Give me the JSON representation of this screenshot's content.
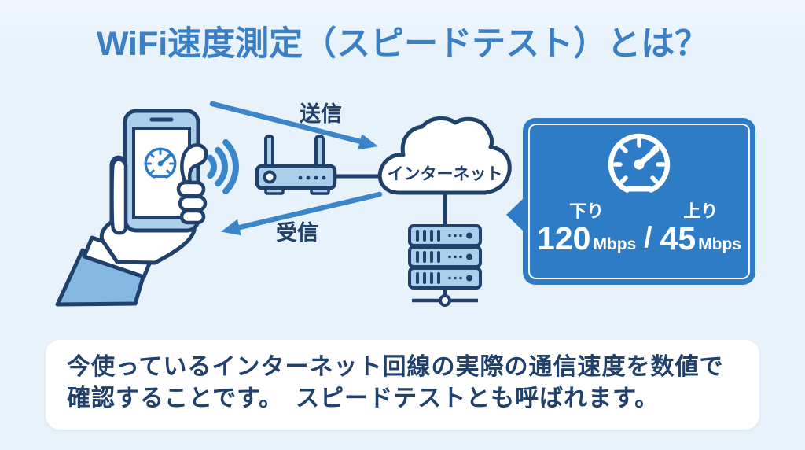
{
  "title": "WiFi速度測定（スピードテスト）とは？",
  "diagram": {
    "send_label": "送信",
    "receive_label": "受信",
    "cloud_label": "インターネット"
  },
  "result_box": {
    "download_label": "下り",
    "download_value": "120",
    "download_unit": "Mbps",
    "separator": "/",
    "upload_label": "上り",
    "upload_value": "45",
    "upload_unit": "Mbps"
  },
  "description": {
    "line1": "今使っているインターネット回線の実際の通信速度を数値で",
    "line2": "確認することです。　スピードテストとも呼ばれます。"
  },
  "colors": {
    "page-bg": "#e8f2fb",
    "title-blue": "#3b80c4",
    "navy": "#20416b",
    "text-navy": "#1e3a5e",
    "arrow-blue": "#3a86c8",
    "device-fill": "#abcfeb",
    "sleeve-blue": "#85b7e3",
    "box-blue": "#2d7cc5"
  }
}
